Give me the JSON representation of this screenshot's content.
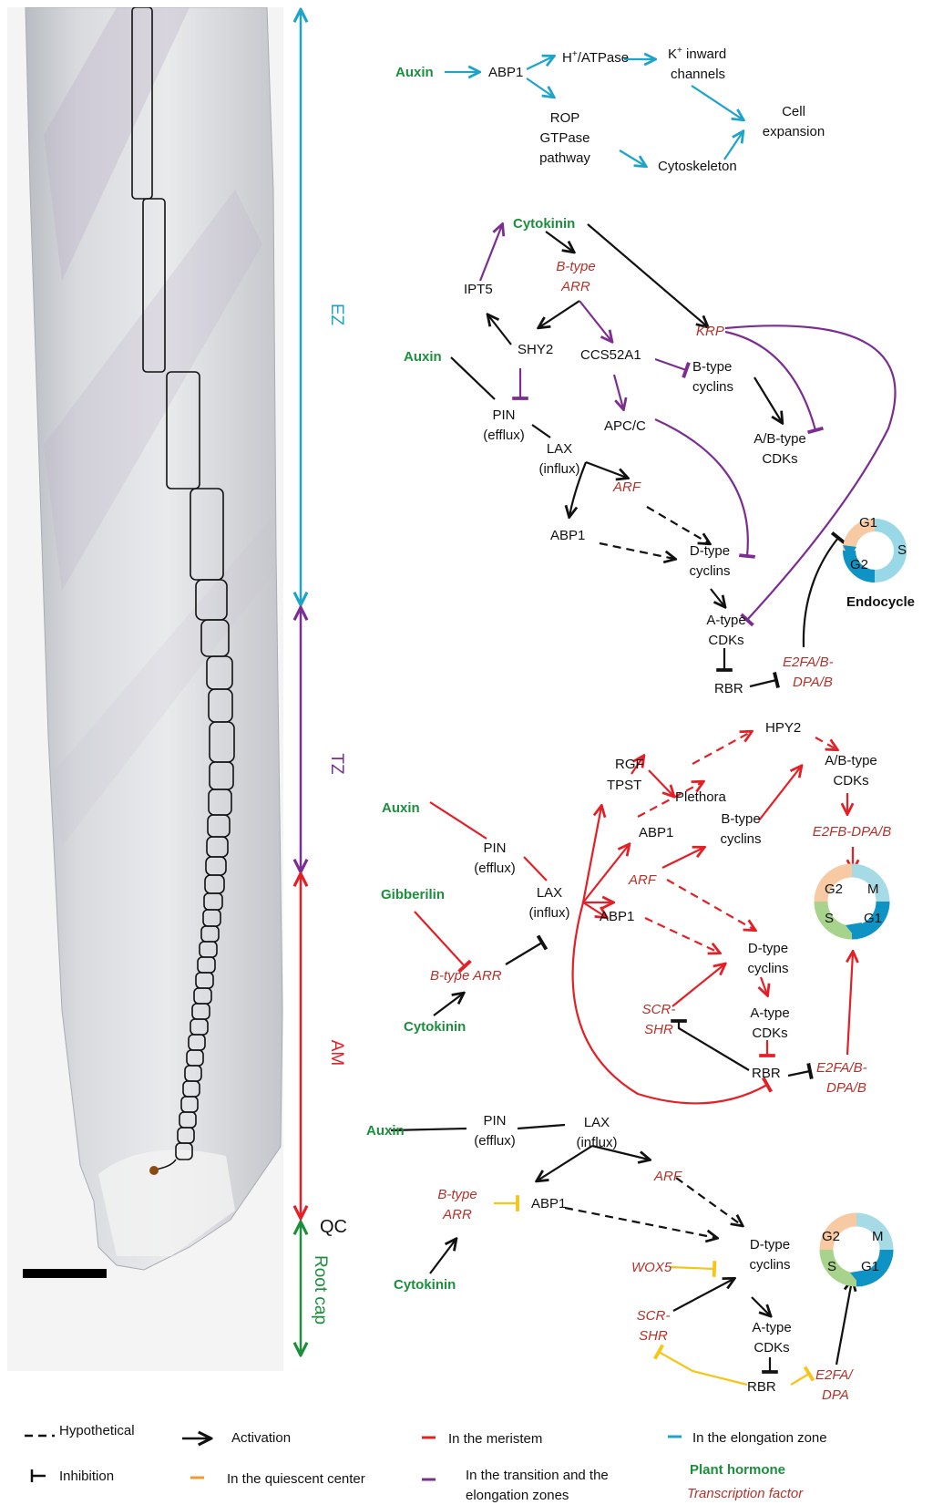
{
  "zones": {
    "ez": "EZ",
    "tz": "TZ",
    "am": "AM",
    "qc": "QC",
    "root_cap": "Root cap"
  },
  "colors": {
    "elongation": "#1ea3c9",
    "transition": "#7b2d91",
    "meristem": "#e41f26",
    "quiescent": "#f39a2b",
    "quiescent_line": "#f5c518",
    "hormone": "#1c8f3c",
    "tf": "#b3322b",
    "g1": "#f8caa3",
    "s": "#99d8e6",
    "g2": "#0f93c4",
    "m": "#a6dbe6",
    "s2": "#a8d38c"
  },
  "ez_panel": {
    "auxin": "Auxin",
    "abp1": "ABP1",
    "h_atpase_sup": "+",
    "h_atpase_pre": "H",
    "h_atpase_post": "/ATPase",
    "k_sup": "+",
    "k_pre": "K",
    "k_post": " inward",
    "k_line2": "channels",
    "rop1": "ROP",
    "rop2": "GTPase",
    "rop3": "pathway",
    "cell1": "Cell",
    "cell2": "expansion",
    "cytoskeleton": "Cytoskeleton"
  },
  "tz_panel": {
    "cytokinin": "Cytokinin",
    "btype_arr1": "B-type",
    "btype_arr2": "ARR",
    "ipt5": "IPT5",
    "krp": "KRP",
    "shy2": "SHY2",
    "ccs52a1": "CCS52A1",
    "auxin": "Auxin",
    "btype_cyclins1": "B-type",
    "btype_cyclins2": "cyclins",
    "pin1": "PIN",
    "pin2": "(efflux)",
    "apcc": "APC/C",
    "ab_cdks1": "A/B-type",
    "ab_cdks2": "CDKs",
    "lax1": "LAX",
    "lax2": "(influx)",
    "arf": "ARF",
    "abp1": "ABP1",
    "dcyc1": "D-type",
    "dcyc2": "cyclins",
    "acdk1": "A-type",
    "acdk2": "CDKs",
    "e2fa1": "E2FA/B-",
    "e2fa2": "DPA/B",
    "rbr": "RBR",
    "g1": "G1",
    "s": "S",
    "g2": "G2",
    "endocycle": "Endocycle"
  },
  "am_panel": {
    "rgf": "RGF",
    "hpy2": "HPY2",
    "tpst": "TPST",
    "plethora": "Plethora",
    "ab_cdks1": "A/B-type",
    "ab_cdks2": "CDKs",
    "auxin": "Auxin",
    "abp1a": "ABP1",
    "bcyc1": "B-type",
    "bcyc2": "cyclins",
    "e2fb": "E2FB-DPA/B",
    "pin1": "PIN",
    "pin2": "(efflux)",
    "arf": "ARF",
    "gibberilin": "Gibberilin",
    "lax1": "LAX",
    "lax2": "(influx)",
    "abp1b": "ABP1",
    "btype_arr": "B-type ARR",
    "dcyc1": "D-type",
    "dcyc2": "cyclins",
    "scr1": "SCR-",
    "scr2": "SHR",
    "acdk1": "A-type",
    "acdk2": "CDKs",
    "cytokinin": "Cytokinin",
    "rbr": "RBR",
    "e2fa1": "E2FA/B-",
    "e2fa2": "DPA/B",
    "g2": "G2",
    "m": "M",
    "s": "S",
    "g1": "G1"
  },
  "qc_panel": {
    "auxin": "Auxin",
    "pin1": "PIN",
    "pin2": "(efflux)",
    "lax1": "LAX",
    "lax2": "(influx)",
    "arf": "ARF",
    "btype1": "B-type",
    "btype2": "ARR",
    "abp1": "ABP1",
    "dcyc1": "D-type",
    "dcyc2": "cyclins",
    "wox5": "WOX5",
    "cytokinin": "Cytokinin",
    "scr1": "SCR-",
    "scr2": "SHR",
    "acdk1": "A-type",
    "acdk2": "CDKs",
    "rbr": "RBR",
    "e2fa1": "E2FA/",
    "e2fa2": "DPA",
    "g2": "G2",
    "m": "M",
    "s": "S",
    "g1": "G1"
  },
  "legend": {
    "hypothetical": "Hypothetical",
    "activation": "Activation",
    "meristem": "In the meristem",
    "elongation": "In the elongation  zone",
    "inhibition": "Inhibition",
    "quiescent": "In the quiescent center",
    "transition1": "In the transition and the",
    "transition2": "elongation zones",
    "plant_hormone": "Plant hormone",
    "transcription_factor": "Transcription factor"
  }
}
